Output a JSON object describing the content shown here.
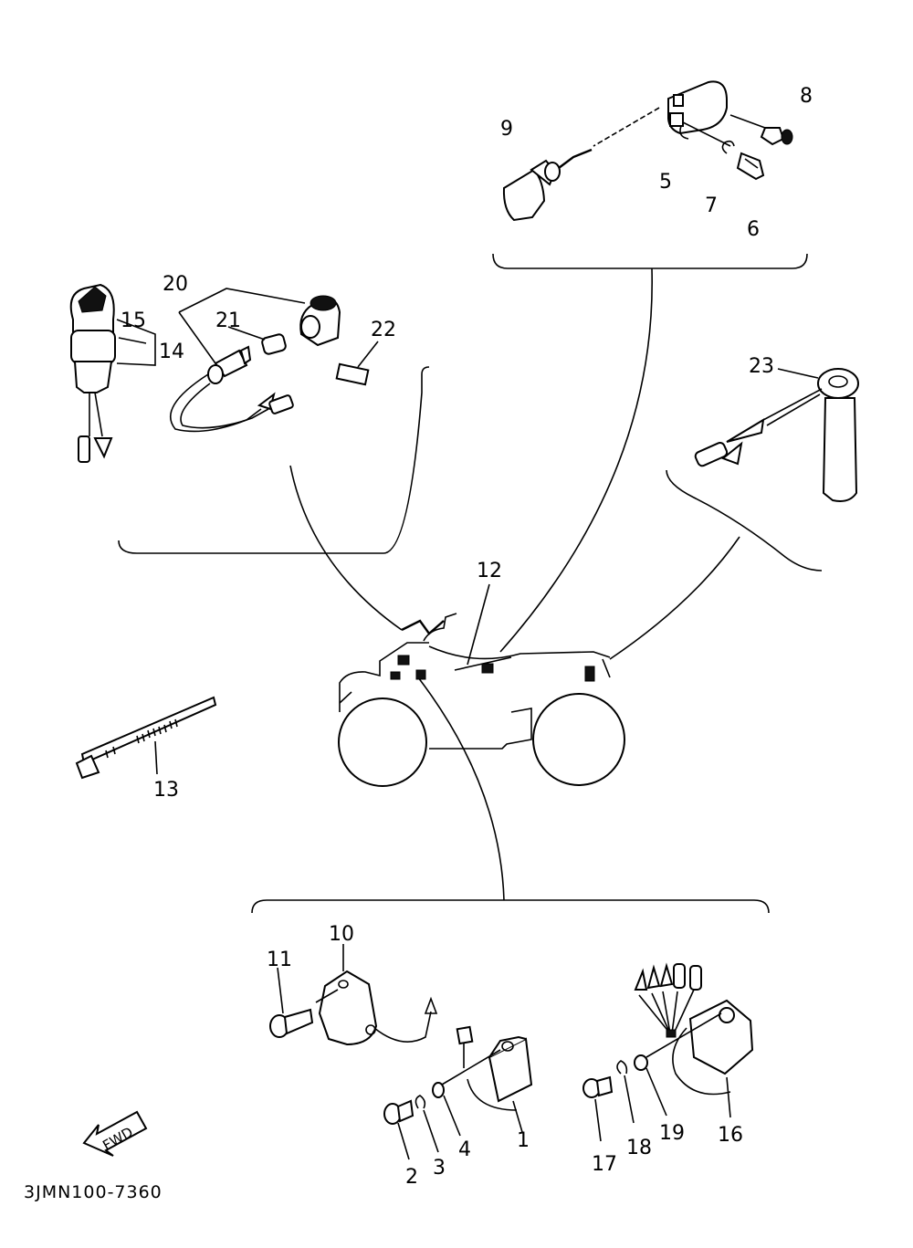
{
  "diagram": {
    "callouts": {
      "c1": "1",
      "c2": "2",
      "c3": "3",
      "c4": "4",
      "c5": "5",
      "c6": "6",
      "c7": "7",
      "c8": "8",
      "c9": "9",
      "c10": "10",
      "c11": "11",
      "c12": "12",
      "c13": "13",
      "c14": "14",
      "c15": "15",
      "c16": "16",
      "c17": "17",
      "c18": "18",
      "c19": "19",
      "c20": "20",
      "c21": "21",
      "c22": "22",
      "c23": "23"
    },
    "fwd_label": "FWD",
    "drawing_code": "3JMN100-7360"
  }
}
